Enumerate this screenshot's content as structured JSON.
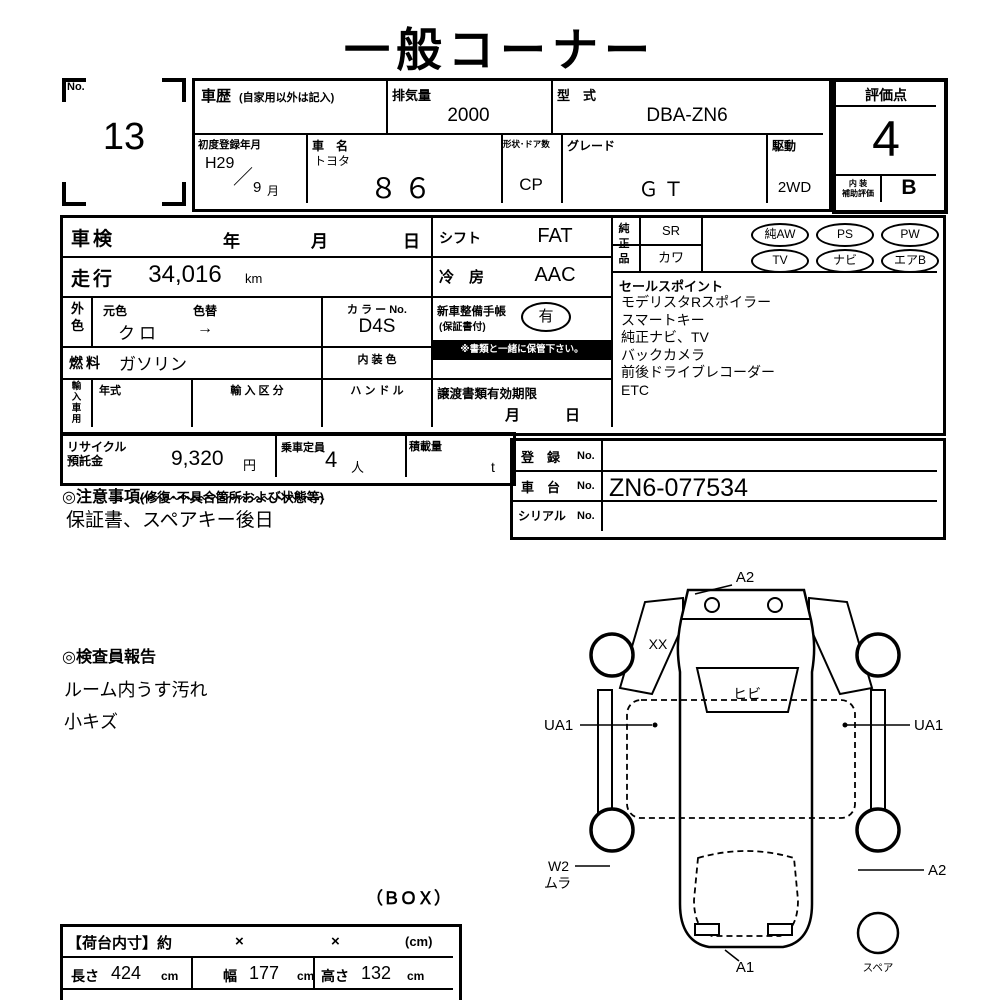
{
  "title": "一般コーナー",
  "top": {
    "no_label": "No.",
    "no_value": "13",
    "history_label": "車歴",
    "history_note": "(自家用以外は記入)",
    "disp_label": "排気量",
    "disp_value": "2000",
    "model_label": "型　式",
    "model_value": "DBA-ZN6",
    "reg_label": "初度登録年月",
    "reg_era": "H29",
    "reg_slash": "／",
    "reg_month": "9",
    "reg_month_unit": "月",
    "name_label": "車　名",
    "maker": "トヨタ",
    "car": "８６",
    "shape_label": "形状･ドア数",
    "shape_value": "CP",
    "grade_label": "グレード",
    "grade_value": "ＧＴ",
    "drive_label": "駆動",
    "drive_value": "2WD",
    "score_label": "評価点",
    "score_value": "4",
    "int_label_1": "内 装",
    "int_label_2": "補助評価",
    "int_value": "B"
  },
  "info": {
    "shaken_label": "車検",
    "y": "年",
    "m": "月",
    "d": "日",
    "mileage_label": "走行",
    "mileage_value": "34,016",
    "mileage_unit": "km",
    "color_label": "外色",
    "base_label": "元色",
    "change_label": "色替",
    "base_value": "クロ",
    "arrow": "→",
    "colorno_label": "カ ラ ー No.",
    "colorno_value": "D4S",
    "fuel_label": "燃料",
    "fuel_value": "ガソリン",
    "intcolor_label": "内 装 色",
    "import_label": "輸入車用",
    "import_year": "年式",
    "import_div": "輸 入 区 分",
    "import_handle": "ハ ン ド ル",
    "shift_label": "シフト",
    "shift_value": "FAT",
    "ac_label": "冷　房",
    "ac_value": "AAC",
    "maint_label": "新車整備手帳",
    "maint_label2": "(保証書付)",
    "maint_value": "有",
    "maint_note": "※書類と一緒に保管下さい。",
    "transfer_label": "譲渡書類有効期限",
    "transfer_m": "月",
    "transfer_d": "日"
  },
  "equipment": {
    "label": "純正品",
    "sr": "SR",
    "kawa": "カワ",
    "aw": "純AW",
    "ps": "PS",
    "pw": "PW",
    "tv": "TV",
    "navi": "ナビ",
    "airb": "エアB"
  },
  "sales": {
    "label": "セールスポイント",
    "items": [
      "モデリスタRスポイラー",
      "スマートキー",
      "純正ナビ、TV",
      "バックカメラ",
      "前後ドライブレコーダー",
      "ETC"
    ]
  },
  "recycle": {
    "label1": "リサイクル",
    "label2": "預託金",
    "value": "9,320",
    "unit": "円"
  },
  "capacity": {
    "label": "乗車定員",
    "value": "4",
    "unit": "人"
  },
  "load": {
    "label": "積載量",
    "unit": "t"
  },
  "reg": {
    "row1_label": "登　録",
    "row2_label": "車　台",
    "row3_label": "シリアル",
    "no": "No.",
    "chassis": "ZN6-077534"
  },
  "notes": {
    "h1": "◎注意事項",
    "h2": "(修復･不具合箇所および状態等)",
    "body": "保証書、スペアキー後日"
  },
  "inspector": {
    "header": "◎検査員報告",
    "items": [
      "ルーム内うす汚れ",
      "小キズ"
    ]
  },
  "box": "（ＢＯＸ）",
  "cargo": {
    "header": "【荷台内寸】約",
    "x1": "×",
    "x2": "×",
    "cm": "(cm)",
    "l_label": "長さ",
    "l": "424",
    "l_u": "cm",
    "w_label": "幅",
    "w": "177",
    "w_u": "cm",
    "h_label": "高さ",
    "h": "132",
    "h_u": "cm"
  },
  "diagram": {
    "a2_top": "A2",
    "xx": "XX",
    "crack": "ヒビ",
    "ua1_l": "UA1",
    "ua1_r": "UA1",
    "w2": "W2",
    "mura": "ムラ",
    "a2_r": "A2",
    "a1": "A1",
    "spare": "スペア"
  }
}
